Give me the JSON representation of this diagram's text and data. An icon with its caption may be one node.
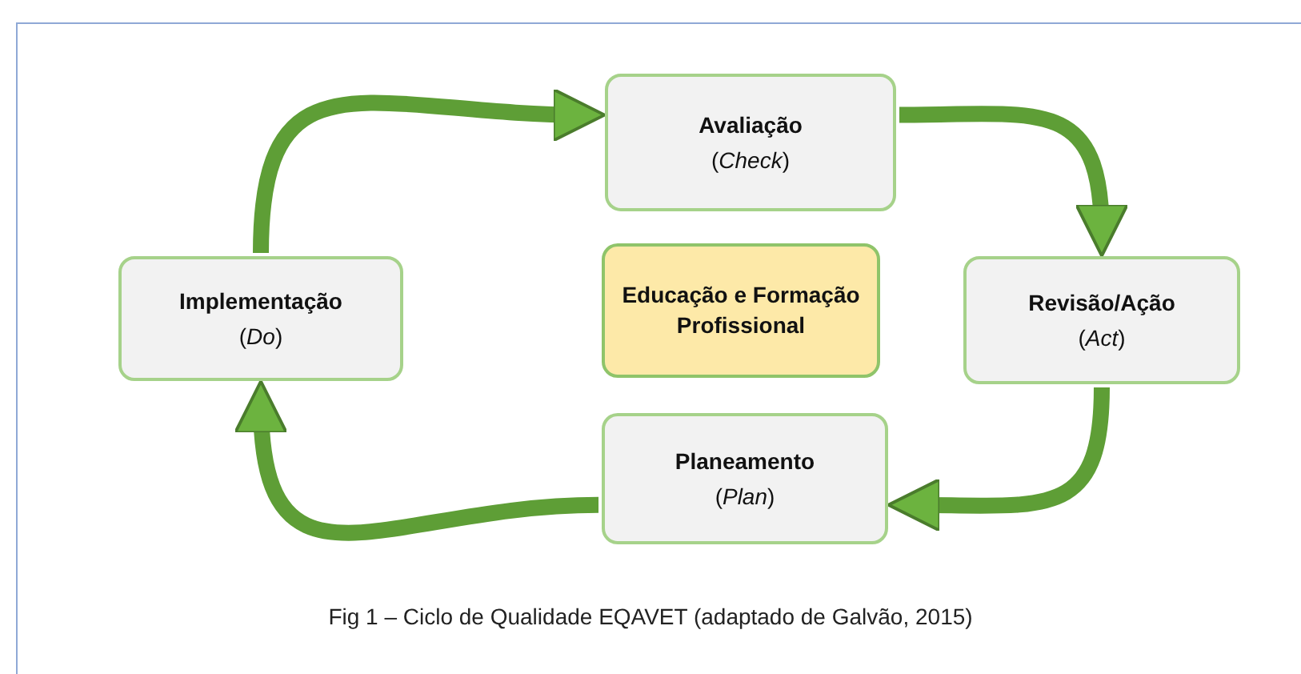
{
  "diagram": {
    "caption": "Fig 1 – Ciclo de Qualidade EQAVET (adaptado de Galvão, 2015)",
    "nodes": [
      {
        "text": [
          "Avaliação",
          "(*Check*)"
        ]
      },
      {
        "text": [
          "Implementação",
          "(*Do*)"
        ]
      },
      {
        "text": [
          "Educação e Formação Profissional"
        ]
      },
      {
        "text": [
          "Revisão/Ação",
          "(*Act*)"
        ]
      },
      {
        "text": [
          "Planeamento",
          "(*Plan*)"
        ]
      }
    ],
    "edges": [
      {
        "from": 1,
        "to": 0,
        "arrow": "to"
      },
      {
        "from": 0,
        "to": 3,
        "arrow": "to"
      },
      {
        "from": 3,
        "to": 4,
        "arrow": "to"
      },
      {
        "from": 4,
        "to": 1,
        "arrow": "to"
      }
    ]
  }
}
